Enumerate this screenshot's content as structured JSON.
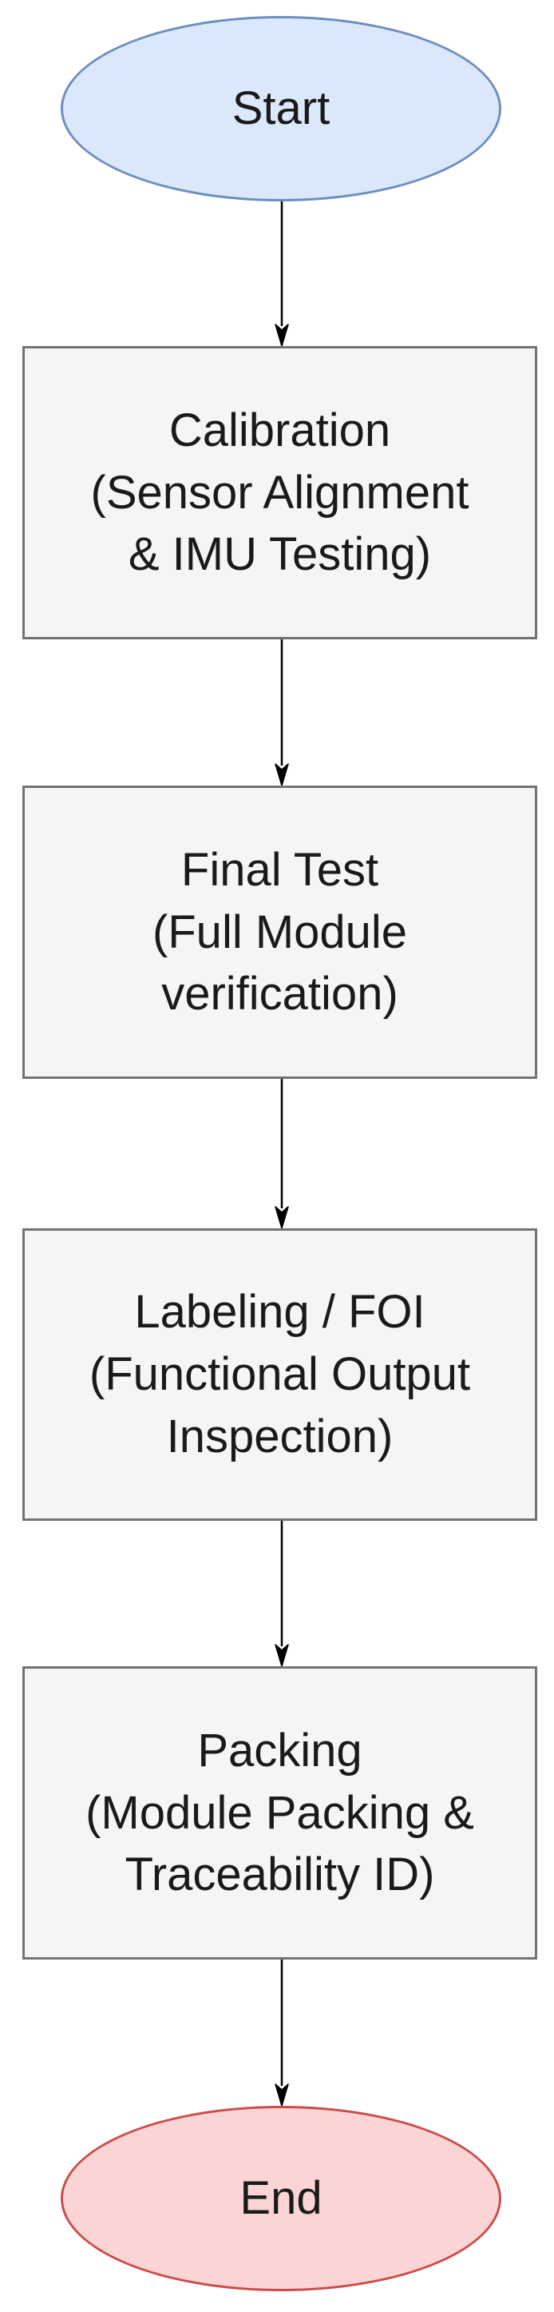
{
  "diagram": {
    "type": "flowchart",
    "direction": "top-down",
    "nodes": [
      {
        "id": "start",
        "shape": "ellipse",
        "label": "Start"
      },
      {
        "id": "calibration",
        "shape": "rectangle",
        "label": "Calibration\n(Sensor Alignment\n& IMU Testing)"
      },
      {
        "id": "final-test",
        "shape": "rectangle",
        "label": "Final Test\n(Full Module\nverification)"
      },
      {
        "id": "labeling",
        "shape": "rectangle",
        "label": "Labeling / FOI\n(Functional Output\nInspection)"
      },
      {
        "id": "packing",
        "shape": "rectangle",
        "label": "Packing\n(Module Packing &\nTraceability ID)"
      },
      {
        "id": "end",
        "shape": "ellipse",
        "label": "End"
      }
    ],
    "edges": [
      {
        "from": "start",
        "to": "calibration"
      },
      {
        "from": "calibration",
        "to": "final-test"
      },
      {
        "from": "final-test",
        "to": "labeling"
      },
      {
        "from": "labeling",
        "to": "packing"
      },
      {
        "from": "packing",
        "to": "end"
      }
    ],
    "colors": {
      "background": "#ffffff",
      "text": "#1a1a1a",
      "arrow": "#000000",
      "start-fill": "#dbe8fb",
      "start-stroke": "#6c8ebf",
      "process-fill": "#f5f5f5",
      "process-stroke": "#737373",
      "end-fill": "#fbd5d5",
      "end-stroke": "#cc4b4b"
    }
  }
}
